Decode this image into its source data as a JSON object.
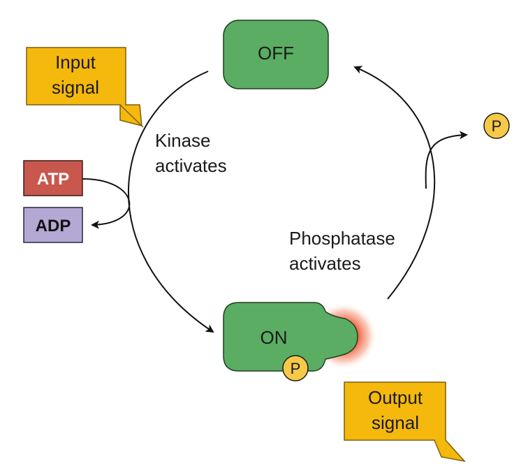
{
  "states": {
    "off": "OFF",
    "on": "ON"
  },
  "phosphate": "P",
  "kinase_label": {
    "line1": "Kinase",
    "line2": "activates"
  },
  "phosphatase_label": {
    "line1": "Phosphatase",
    "line2": "activates"
  },
  "input_signal": {
    "line1": "Input",
    "line2": "signal"
  },
  "output_signal": {
    "line1": "Output",
    "line2": "signal"
  },
  "atp": "ATP",
  "adp": "ADP",
  "colors": {
    "protein": "#5aad62",
    "phosphate": "#f7c948",
    "signal": "#f5b80c",
    "atp": "#c8574d",
    "adp": "#b3a9d4",
    "glow": "#ef5a3a"
  }
}
